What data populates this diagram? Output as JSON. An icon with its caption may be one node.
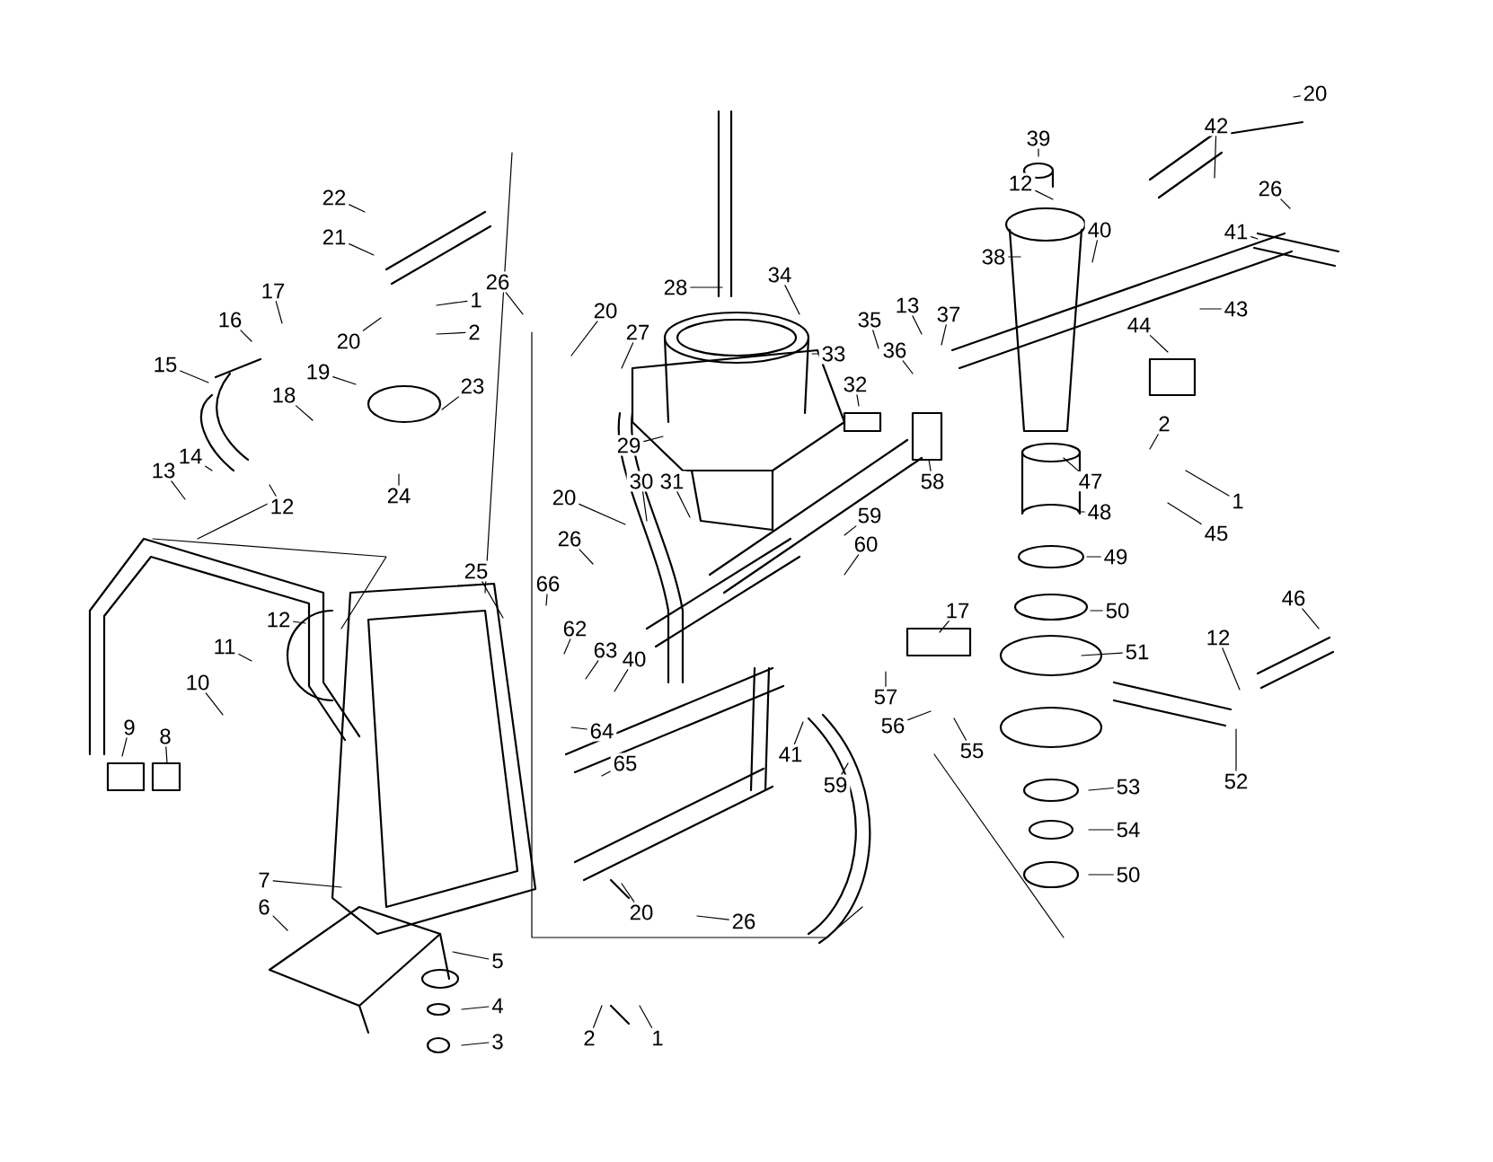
{
  "diagram": {
    "nodes": [
      {
        "text": [
          "22"
        ]
      },
      {
        "text": [
          "21"
        ]
      },
      {
        "text": [
          "1"
        ]
      },
      {
        "text": [
          "2"
        ]
      },
      {
        "text": [
          "17"
        ]
      },
      {
        "text": [
          "16"
        ]
      },
      {
        "text": [
          "20"
        ]
      },
      {
        "text": [
          "15"
        ]
      },
      {
        "text": [
          "19"
        ]
      },
      {
        "text": [
          "18"
        ]
      },
      {
        "text": [
          "23"
        ]
      },
      {
        "text": [
          "14"
        ]
      },
      {
        "text": [
          "13"
        ]
      },
      {
        "text": [
          "12"
        ]
      },
      {
        "text": [
          "24"
        ]
      },
      {
        "text": [
          "26"
        ]
      },
      {
        "text": [
          "20"
        ]
      },
      {
        "text": [
          "27"
        ]
      },
      {
        "text": [
          "28"
        ]
      },
      {
        "text": [
          "34"
        ]
      },
      {
        "text": [
          "33"
        ]
      },
      {
        "text": [
          "35"
        ]
      },
      {
        "text": [
          "13"
        ]
      },
      {
        "text": [
          "36"
        ]
      },
      {
        "text": [
          "37"
        ]
      },
      {
        "text": [
          "32"
        ]
      },
      {
        "text": [
          "29"
        ]
      },
      {
        "text": [
          "30"
        ]
      },
      {
        "text": [
          "31"
        ]
      },
      {
        "text": [
          "58"
        ]
      },
      {
        "text": [
          "59"
        ]
      },
      {
        "text": [
          "60"
        ]
      },
      {
        "text": [
          "20"
        ]
      },
      {
        "text": [
          "26"
        ]
      },
      {
        "text": [
          "66"
        ]
      },
      {
        "text": [
          "62"
        ]
      },
      {
        "text": [
          "63"
        ]
      },
      {
        "text": [
          "40"
        ]
      },
      {
        "text": [
          "64"
        ]
      },
      {
        "text": [
          "65"
        ]
      },
      {
        "text": [
          "41"
        ]
      },
      {
        "text": [
          "59"
        ]
      },
      {
        "text": [
          "57"
        ]
      },
      {
        "text": [
          "56"
        ]
      },
      {
        "text": [
          "17"
        ]
      },
      {
        "text": [
          "55"
        ]
      },
      {
        "text": [
          "39"
        ]
      },
      {
        "text": [
          "12"
        ]
      },
      {
        "text": [
          "38"
        ]
      },
      {
        "text": [
          "40"
        ]
      },
      {
        "text": [
          "42"
        ]
      },
      {
        "text": [
          "20"
        ]
      },
      {
        "text": [
          "41"
        ]
      },
      {
        "text": [
          "26"
        ]
      },
      {
        "text": [
          "43"
        ]
      },
      {
        "text": [
          "44"
        ]
      },
      {
        "text": [
          "2"
        ]
      },
      {
        "text": [
          "47"
        ]
      },
      {
        "text": [
          "45"
        ]
      },
      {
        "text": [
          "1"
        ]
      },
      {
        "text": [
          "48"
        ]
      },
      {
        "text": [
          "49"
        ]
      },
      {
        "text": [
          "50"
        ]
      },
      {
        "text": [
          "51"
        ]
      },
      {
        "text": [
          "46"
        ]
      },
      {
        "text": [
          "12"
        ]
      },
      {
        "text": [
          "52"
        ]
      },
      {
        "text": [
          "53"
        ]
      },
      {
        "text": [
          "54"
        ]
      },
      {
        "text": [
          "50"
        ]
      },
      {
        "text": [
          "12"
        ]
      },
      {
        "text": [
          "11"
        ]
      },
      {
        "text": [
          "10"
        ]
      },
      {
        "text": [
          "9"
        ]
      },
      {
        "text": [
          "8"
        ]
      },
      {
        "text": [
          "25"
        ]
      },
      {
        "text": [
          "7"
        ]
      },
      {
        "text": [
          "6"
        ]
      },
      {
        "text": [
          "5"
        ]
      },
      {
        "text": [
          "4"
        ]
      },
      {
        "text": [
          "3"
        ]
      },
      {
        "text": [
          "20"
        ]
      },
      {
        "text": [
          "26"
        ]
      },
      {
        "text": [
          "2"
        ]
      },
      {
        "text": [
          "1"
        ]
      }
    ],
    "edges": [
      {
        "from": 0,
        "to": null,
        "arrow": "none"
      },
      {
        "from": 1,
        "to": null,
        "arrow": "none"
      },
      {
        "from": 2,
        "to": null,
        "arrow": "none"
      },
      {
        "from": 3,
        "to": null,
        "arrow": "none"
      },
      {
        "from": 4,
        "to": null,
        "arrow": "none"
      },
      {
        "from": 5,
        "to": null,
        "arrow": "none"
      },
      {
        "from": 6,
        "to": null,
        "arrow": "none"
      },
      {
        "from": 7,
        "to": null,
        "arrow": "none"
      },
      {
        "from": 8,
        "to": null,
        "arrow": "none"
      },
      {
        "from": 9,
        "to": null,
        "arrow": "none"
      },
      {
        "from": 10,
        "to": null,
        "arrow": "none"
      },
      {
        "from": 11,
        "to": null,
        "arrow": "none"
      },
      {
        "from": 12,
        "to": null,
        "arrow": "none"
      },
      {
        "from": 13,
        "to": null,
        "arrow": "none"
      },
      {
        "from": 14,
        "to": null,
        "arrow": "none"
      },
      {
        "from": 15,
        "to": null,
        "arrow": "none"
      },
      {
        "from": 16,
        "to": null,
        "arrow": "none"
      },
      {
        "from": 17,
        "to": null,
        "arrow": "none"
      },
      {
        "from": 18,
        "to": null,
        "arrow": "none"
      },
      {
        "from": 19,
        "to": null,
        "arrow": "none"
      },
      {
        "from": 20,
        "to": null,
        "arrow": "none"
      },
      {
        "from": 21,
        "to": null,
        "arrow": "none"
      },
      {
        "from": 22,
        "to": null,
        "arrow": "none"
      },
      {
        "from": 23,
        "to": null,
        "arrow": "none"
      },
      {
        "from": 24,
        "to": null,
        "arrow": "none"
      },
      {
        "from": 25,
        "to": null,
        "arrow": "none"
      },
      {
        "from": 26,
        "to": null,
        "arrow": "none"
      },
      {
        "from": 27,
        "to": null,
        "arrow": "none"
      },
      {
        "from": 28,
        "to": null,
        "arrow": "none"
      },
      {
        "from": 29,
        "to": null,
        "arrow": "none"
      },
      {
        "from": 30,
        "to": null,
        "arrow": "none"
      },
      {
        "from": 31,
        "to": null,
        "arrow": "none"
      },
      {
        "from": 32,
        "to": null,
        "arrow": "none"
      },
      {
        "from": 33,
        "to": null,
        "arrow": "none"
      },
      {
        "from": 34,
        "to": null,
        "arrow": "none"
      },
      {
        "from": 35,
        "to": null,
        "arrow": "none"
      },
      {
        "from": 36,
        "to": null,
        "arrow": "none"
      },
      {
        "from": 37,
        "to": null,
        "arrow": "none"
      },
      {
        "from": 38,
        "to": null,
        "arrow": "none"
      },
      {
        "from": 39,
        "to": null,
        "arrow": "none"
      },
      {
        "from": 40,
        "to": null,
        "arrow": "none"
      },
      {
        "from": 41,
        "to": null,
        "arrow": "none"
      },
      {
        "from": 42,
        "to": null,
        "arrow": "none"
      },
      {
        "from": 43,
        "to": null,
        "arrow": "none"
      },
      {
        "from": 44,
        "to": null,
        "arrow": "none"
      },
      {
        "from": 45,
        "to": null,
        "arrow": "none"
      },
      {
        "from": 46,
        "to": null,
        "arrow": "none"
      },
      {
        "from": 47,
        "to": null,
        "arrow": "none"
      },
      {
        "from": 48,
        "to": null,
        "arrow": "none"
      },
      {
        "from": 49,
        "to": null,
        "arrow": "none"
      },
      {
        "from": 50,
        "to": null,
        "arrow": "none"
      },
      {
        "from": 51,
        "to": null,
        "arrow": "none"
      },
      {
        "from": 52,
        "to": null,
        "arrow": "none"
      },
      {
        "from": 53,
        "to": null,
        "arrow": "none"
      },
      {
        "from": 54,
        "to": null,
        "arrow": "none"
      },
      {
        "from": 55,
        "to": null,
        "arrow": "none"
      },
      {
        "from": 56,
        "to": null,
        "arrow": "none"
      },
      {
        "from": 57,
        "to": null,
        "arrow": "none"
      },
      {
        "from": 58,
        "to": null,
        "arrow": "none"
      },
      {
        "from": 59,
        "to": null,
        "arrow": "none"
      },
      {
        "from": 60,
        "to": null,
        "arrow": "none"
      },
      {
        "from": 61,
        "to": null,
        "arrow": "none"
      },
      {
        "from": 62,
        "to": null,
        "arrow": "none"
      },
      {
        "from": 63,
        "to": null,
        "arrow": "none"
      },
      {
        "from": 64,
        "to": null,
        "arrow": "none"
      },
      {
        "from": 65,
        "to": null,
        "arrow": "none"
      },
      {
        "from": 66,
        "to": null,
        "arrow": "none"
      },
      {
        "from": 67,
        "to": null,
        "arrow": "none"
      },
      {
        "from": 68,
        "to": null,
        "arrow": "none"
      },
      {
        "from": 69,
        "to": null,
        "arrow": "none"
      },
      {
        "from": 70,
        "to": null,
        "arrow": "none"
      },
      {
        "from": 71,
        "to": null,
        "arrow": "none"
      },
      {
        "from": 72,
        "to": null,
        "arrow": "none"
      },
      {
        "from": 73,
        "to": null,
        "arrow": "none"
      },
      {
        "from": 74,
        "to": null,
        "arrow": "none"
      },
      {
        "from": 75,
        "to": null,
        "arrow": "none"
      },
      {
        "from": 76,
        "to": null,
        "arrow": "none"
      },
      {
        "from": 77,
        "to": null,
        "arrow": "none"
      },
      {
        "from": 78,
        "to": null,
        "arrow": "none"
      },
      {
        "from": 79,
        "to": null,
        "arrow": "none"
      },
      {
        "from": 80,
        "to": null,
        "arrow": "none"
      },
      {
        "from": 81,
        "to": null,
        "arrow": "none"
      },
      {
        "from": 82,
        "to": null,
        "arrow": "none"
      },
      {
        "from": 83,
        "to": null,
        "arrow": "none"
      },
      {
        "from": 84,
        "to": null,
        "arrow": "none"
      }
    ]
  }
}
